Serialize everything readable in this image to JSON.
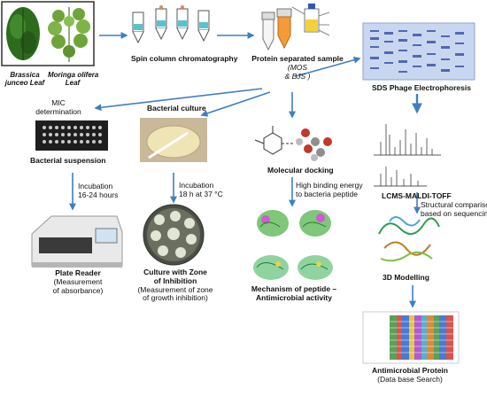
{
  "leaves": {
    "left_label": [
      "Brassica",
      "junceo Leaf"
    ],
    "right_label": [
      "Moringa olifera",
      "Leaf"
    ]
  },
  "steps": {
    "spin": "Spin column chromatography",
    "protein": [
      "Protein separated sample",
      "(MOS",
      "& BJS )"
    ],
    "sds": "SDS Phage Electrophoresis",
    "mic": [
      "MIC",
      "determination"
    ],
    "bact_susp": "Bacterial suspension",
    "bact_culture": "Bacterial culture",
    "mol_dock": "Molecular docking",
    "lcms": "LCMS-MALDI-TOFF",
    "incub1": [
      "Incubation",
      "16-24 hours"
    ],
    "incub2": [
      "Incubation",
      "18 h at 37 °C"
    ],
    "binding": [
      "High binding energy",
      "to bacteria peptide"
    ],
    "struct": [
      "Structural comparison",
      "based on sequencing"
    ],
    "plate": [
      "Plate Reader",
      "(Measurement",
      "of absorbance)"
    ],
    "zone": [
      "Culture with Zone",
      "of Inhibition",
      "(Measurement of zone",
      "of growth inhibition)"
    ],
    "mechanism": [
      "Mechanism of peptide –",
      "Antimicrobial activity"
    ],
    "model": "3D Modelling",
    "amp": [
      "Antimicrobial Protein",
      "(Data base Search)"
    ]
  },
  "colors": {
    "arrow": "#3f7fc0",
    "leaf_dark": "#2f6b1f",
    "leaf_light": "#6fa43a",
    "gel_band": "#3d55a8",
    "petri": "#dfe6d3"
  }
}
